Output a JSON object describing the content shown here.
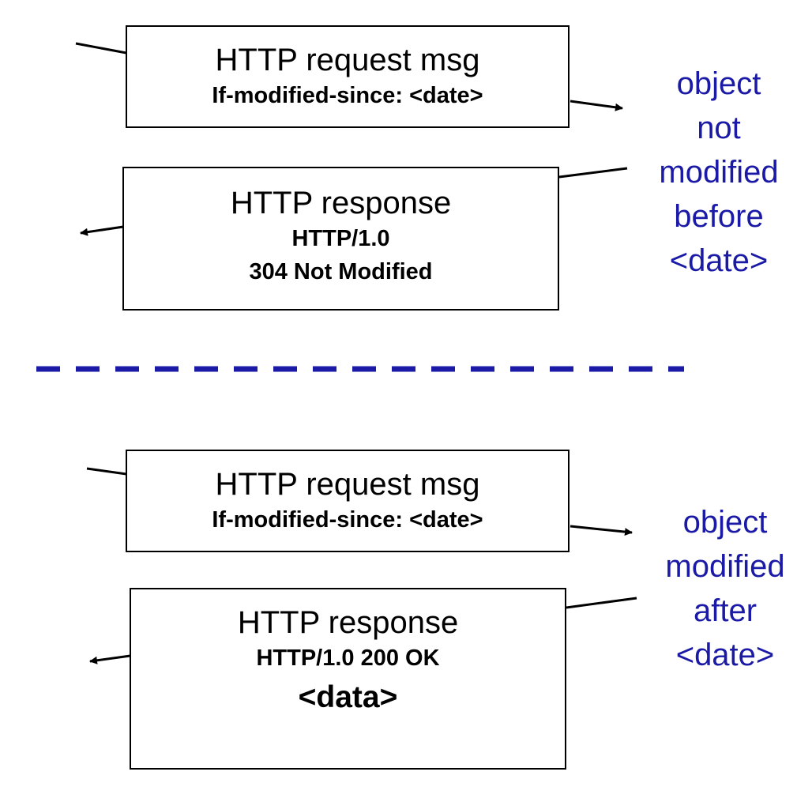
{
  "colors": {
    "stroke": "#000000",
    "note_text": "#1a1aa6",
    "divider": "#1a1aa6"
  },
  "scenario_not_modified": {
    "request": {
      "title": "HTTP request msg",
      "header": "If-modified-since: <date>"
    },
    "response": {
      "title": "HTTP response",
      "line1": "HTTP/1.0",
      "line2": "304 Not Modified"
    },
    "note": [
      "object",
      "not",
      "modified",
      "before",
      "<date>"
    ]
  },
  "scenario_modified": {
    "request": {
      "title": "HTTP request msg",
      "header": "If-modified-since: <date>"
    },
    "response": {
      "title": "HTTP response",
      "line1": "HTTP/1.0 200 OK",
      "line2": "<data>"
    },
    "note": [
      "object",
      "modified",
      "after",
      "<date>"
    ]
  }
}
